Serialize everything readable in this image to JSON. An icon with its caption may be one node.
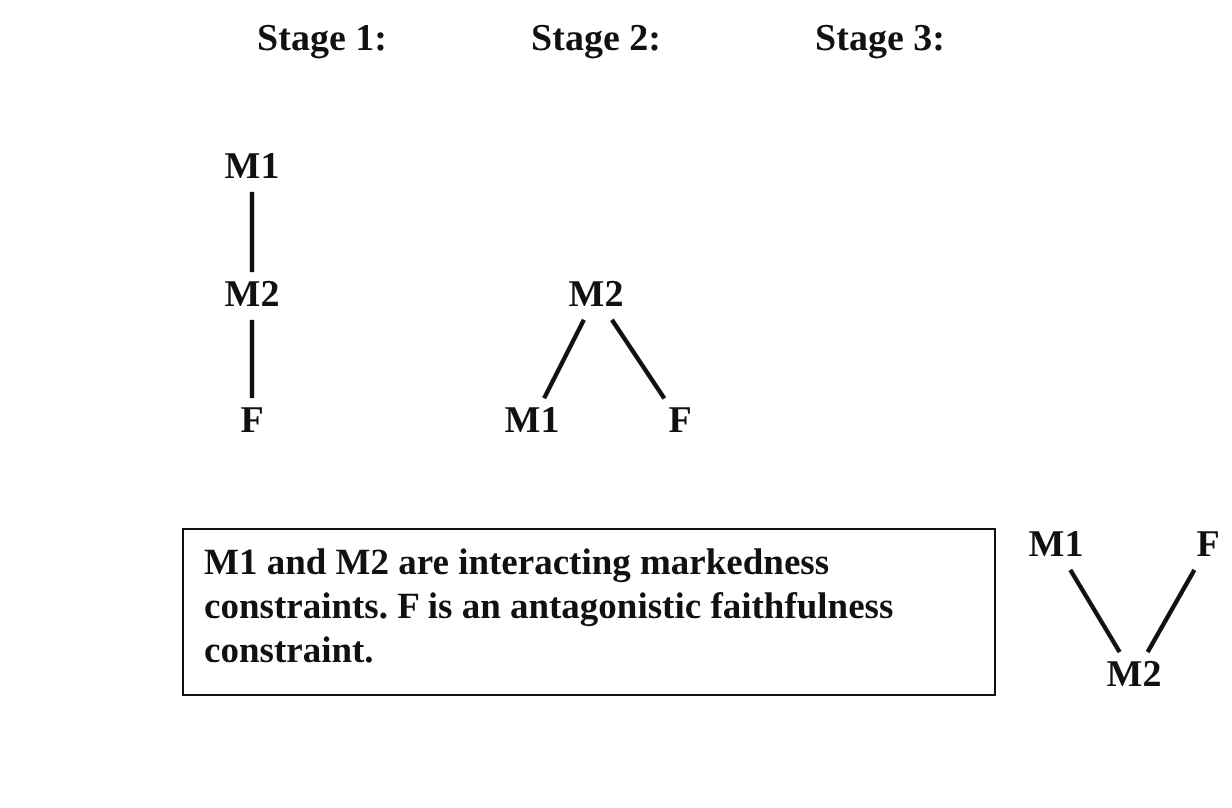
{
  "diagram": {
    "nodes": [
      {
        "text": [
          "M1"
        ]
      },
      {
        "text": [
          "M2"
        ]
      },
      {
        "text": [
          "F"
        ]
      },
      {
        "text": [
          "M2"
        ]
      },
      {
        "text": [
          "M1"
        ]
      },
      {
        "text": [
          "F"
        ]
      },
      {
        "text": [
          "M1"
        ]
      },
      {
        "text": [
          "F"
        ]
      },
      {
        "text": [
          "M2"
        ]
      },
      {
        "text": [
          "M1 and M2 are interacting markedness constraints. F is an antagonistic faithfulness constraint."
        ]
      }
    ],
    "edges": [
      {
        "from": 0,
        "to": 1,
        "arrow": "none"
      },
      {
        "from": 1,
        "to": 2,
        "arrow": "none"
      },
      {
        "from": 3,
        "to": 4,
        "arrow": "none"
      },
      {
        "from": 3,
        "to": 5,
        "arrow": "none"
      },
      {
        "from": 6,
        "to": 8,
        "arrow": "none"
      },
      {
        "from": 7,
        "to": 8,
        "arrow": "none"
      }
    ],
    "labels": [
      "Stage 1:",
      "Stage 2:",
      "Stage 3:"
    ]
  }
}
